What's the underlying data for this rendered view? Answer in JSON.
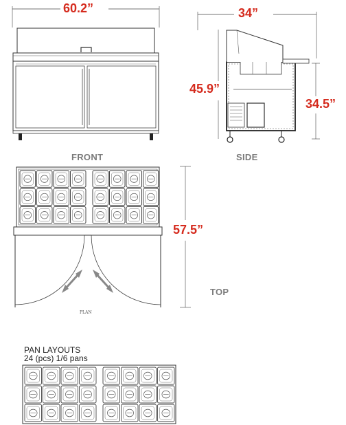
{
  "dimensions": {
    "width": "60.2”",
    "depth": "34”",
    "height": "45.9”",
    "work_height": "34.5”",
    "top_depth": "57.5”"
  },
  "views": {
    "front": "FRONT",
    "side": "SIDE",
    "top": "TOP",
    "plan": "PLAN"
  },
  "pan_layouts": {
    "title": "PAN  LAYOUTS",
    "subtitle": "24 (pcs) 1/6 pans",
    "rows": 3,
    "cols_per_side": 4
  },
  "colors": {
    "dimension_text": "#d52b1e",
    "line": "#333333",
    "view_label": "#7a7a7a"
  }
}
